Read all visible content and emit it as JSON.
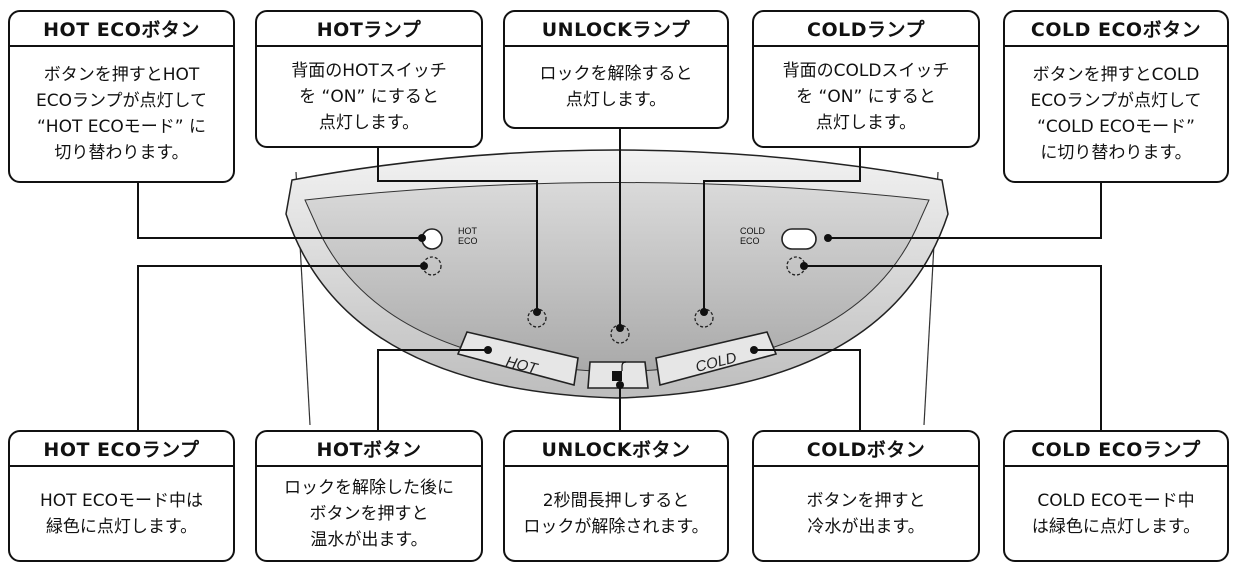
{
  "panel": {
    "hot_eco_label": "HOT ECO",
    "cold_eco_label": "COLD ECO",
    "hot_button_label": "HOT",
    "cold_button_label": "COLD"
  },
  "callouts": {
    "hot_eco_button": {
      "title": "HOT ECOボタン",
      "text": "ボタンを押すとHOT\nECOランプが点灯して\n“HOT ECOモード” に\n切り替わります。"
    },
    "hot_lamp": {
      "title": "HOTランプ",
      "text": "背面のHOTスイッチ\nを “ON” にすると\n点灯します。"
    },
    "unlock_lamp": {
      "title": "UNLOCKランプ",
      "text": "ロックを解除すると\n点灯します。"
    },
    "cold_lamp": {
      "title": "COLDランプ",
      "text": "背面のCOLDスイッチ\nを “ON” にすると\n点灯します。"
    },
    "cold_eco_button": {
      "title": "COLD ECOボタン",
      "text": "ボタンを押すとCOLD\nECOランプが点灯して\n“COLD ECOモード”\nに切り替わります。"
    },
    "hot_eco_lamp": {
      "title": "HOT ECOランプ",
      "text": "HOT ECOモード中は\n緑色に点灯します。"
    },
    "hot_button": {
      "title": "HOTボタン",
      "text": "ロックを解除した後に\nボタンを押すと\n温水が出ます。"
    },
    "unlock_button": {
      "title": "UNLOCKボタン",
      "text": "2秒間長押しすると\nロックが解除されます。"
    },
    "cold_button": {
      "title": "COLDボタン",
      "text": "ボタンを押すと\n冷水が出ます。"
    },
    "cold_eco_lamp": {
      "title": "COLD ECOランプ",
      "text": "COLD ECOモード中\nは緑色に点灯します。"
    }
  }
}
